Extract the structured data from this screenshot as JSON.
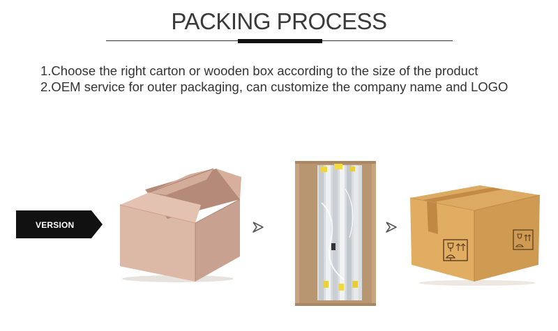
{
  "header": {
    "title": "PACKING PROCESS"
  },
  "notes": {
    "line1": "1.Choose the right carton or wooden box according to the size of the product",
    "line2": "2.OEM service for outer packaging, can customize the company name and LOGO"
  },
  "badge": {
    "label": "VERSION"
  },
  "colors": {
    "title": "#3a3a3a",
    "badge_bg": "#111111",
    "carton_pink": "#d9b5a2",
    "carton_kraft": "#d7a45a",
    "tape": "#c08a44"
  },
  "icons": {
    "step_arrow": "chevron-right-icon",
    "fragile": "wine-glass-icon",
    "this_side_up": "up-arrows-icon",
    "keep_dry": "umbrella-icon"
  }
}
